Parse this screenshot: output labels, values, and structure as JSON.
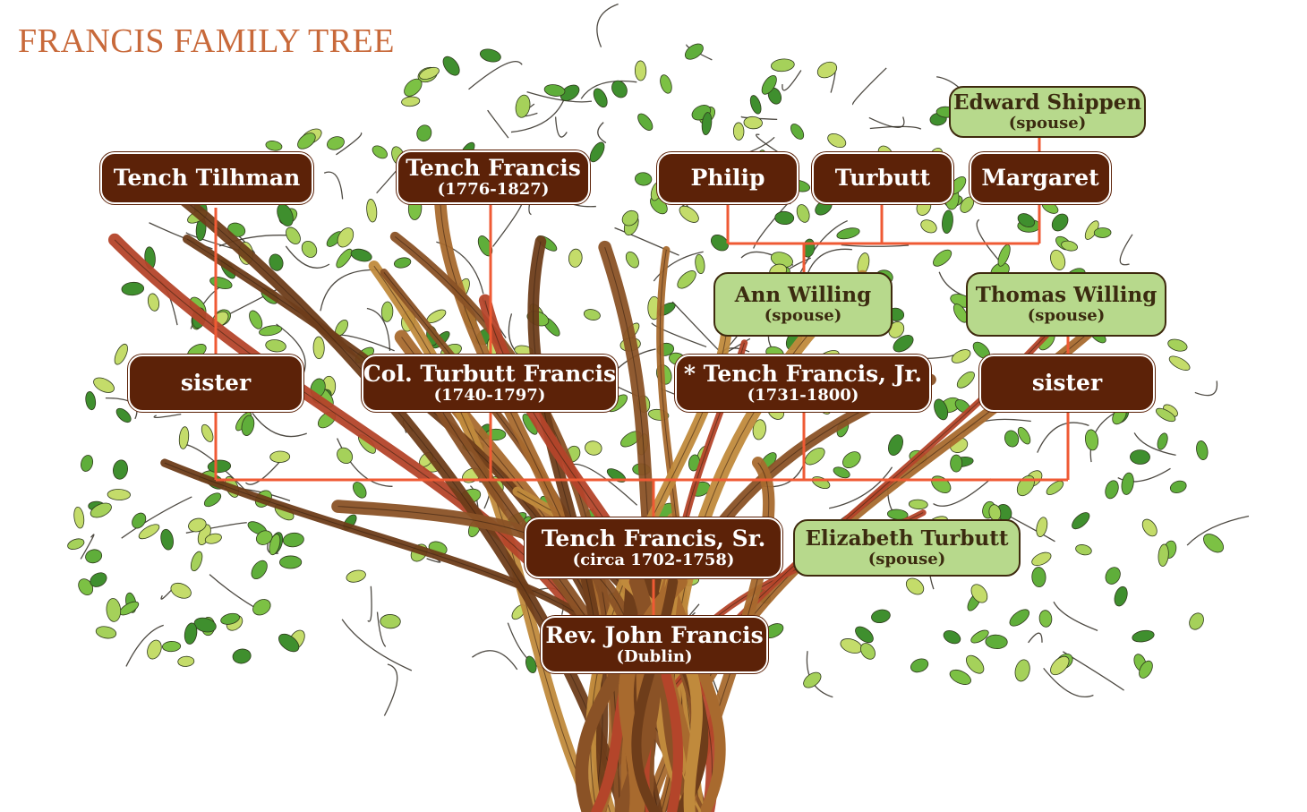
{
  "title": "FRANCIS FAMILY TREE",
  "colors": {
    "title": "#c8693a",
    "person_box": "#5c2208",
    "spouse_box": "#b7d98c",
    "connector": "#ef5a34",
    "trunk": "#8a5226",
    "leaf": "#7cc144"
  },
  "people": [
    {
      "id": "rev_john",
      "name": "Rev. John Francis",
      "sub": "(Dublin)",
      "kind": "person"
    },
    {
      "id": "tench_sr",
      "name": "Tench Francis, Sr.",
      "sub": "(circa 1702-1758)",
      "kind": "person"
    },
    {
      "id": "elizabeth",
      "name": "Elizabeth Turbutt",
      "sub": "(spouse)",
      "kind": "spouse"
    },
    {
      "id": "sister_left",
      "name": "sister",
      "sub": "",
      "kind": "person"
    },
    {
      "id": "col_turbutt",
      "name": "Col. Turbutt Francis",
      "sub": "(1740-1797)",
      "kind": "person"
    },
    {
      "id": "tench_jr",
      "name": "* Tench Francis, Jr.",
      "sub": "(1731-1800)",
      "kind": "person"
    },
    {
      "id": "sister_right",
      "name": "sister",
      "sub": "",
      "kind": "person"
    },
    {
      "id": "ann_willing",
      "name": "Ann Willing",
      "sub": "(spouse)",
      "kind": "spouse"
    },
    {
      "id": "thomas_willing",
      "name": "Thomas Willing",
      "sub": "(spouse)",
      "kind": "spouse"
    },
    {
      "id": "tench_tilhman",
      "name": "Tench Tilhman",
      "sub": "",
      "kind": "person"
    },
    {
      "id": "tench_francis",
      "name": "Tench Francis",
      "sub": "(1776-1827)",
      "kind": "person"
    },
    {
      "id": "philip",
      "name": "Philip",
      "sub": "",
      "kind": "person"
    },
    {
      "id": "turbutt",
      "name": "Turbutt",
      "sub": "",
      "kind": "person"
    },
    {
      "id": "margaret",
      "name": "Margaret",
      "sub": "",
      "kind": "person"
    },
    {
      "id": "edward_shippen",
      "name": "Edward Shippen",
      "sub": "(spouse)",
      "kind": "spouse"
    }
  ]
}
